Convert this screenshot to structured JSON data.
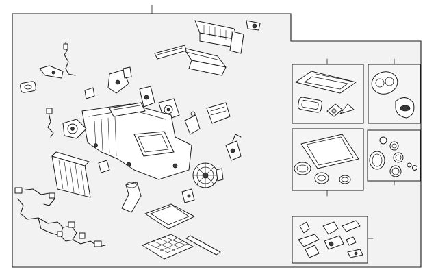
{
  "diagram": {
    "kind": "exploded-parts-diagram",
    "background": "#ffffff",
    "panel_fill": "#f2f2f2",
    "line_color": "#1a1a1a",
    "callouts": [],
    "groups": [
      {
        "id": "main-assembly",
        "items": [
          "heater-core",
          "blower-motor",
          "wiring-harness",
          "cabin-air-filter",
          "actuators",
          "blend-door-housing"
        ]
      },
      {
        "id": "seal-kit-a",
        "items": [
          "duct-seal",
          "foam-seal",
          "grommets"
        ]
      },
      {
        "id": "seal-kit-b",
        "items": [
          "outlet-seal",
          "rubber-grommet"
        ]
      },
      {
        "id": "seal-kit-c",
        "items": [
          "core-gasket",
          "o-rings"
        ]
      },
      {
        "id": "seal-kit-d",
        "items": [
          "o-ring-set"
        ]
      },
      {
        "id": "bracket-kit",
        "items": [
          "brackets",
          "clips"
        ]
      }
    ]
  }
}
